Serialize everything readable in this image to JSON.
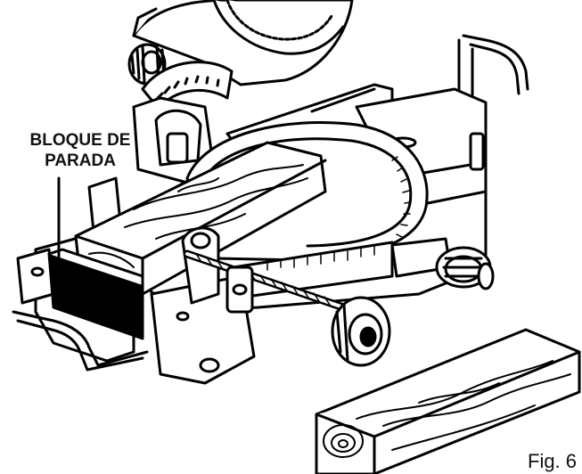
{
  "callout": {
    "line1": "BLOQUE DE",
    "line2": "PARADA"
  },
  "figure_label": "Fig. 6"
}
